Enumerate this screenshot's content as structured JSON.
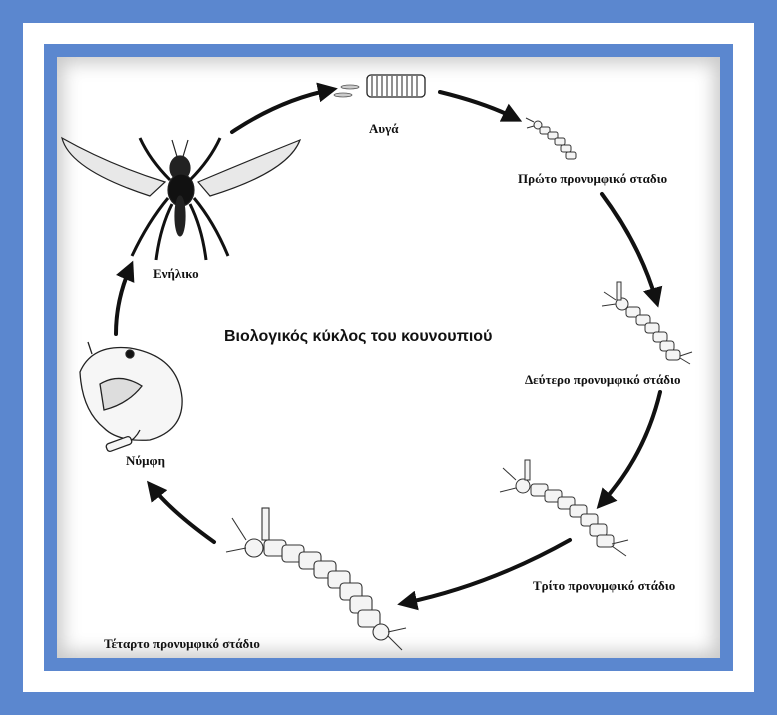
{
  "title": "Βιολογικός κύκλος του κουνουπιού",
  "stages": {
    "eggs": "Αυγά",
    "larva1": "Πρώτο προνυμφικό σταδιο",
    "larva2": "Δεύτερο προνυμφικό στάδιο",
    "larva3": "Τρίτο προνυμφικό στάδιο",
    "larva4": "Τέταρτο προνυμφικό στάδιο",
    "pupa": "Νύμφη",
    "adult": "Ενήλικο"
  },
  "colors": {
    "border_blue": "#5b87cf",
    "ink": "#111111",
    "panel": "#ffffff"
  },
  "icons": [
    "egg-raft-icon",
    "larva-icon",
    "pupa-icon",
    "adult-mosquito-icon",
    "cycle-arrow-icon"
  ]
}
